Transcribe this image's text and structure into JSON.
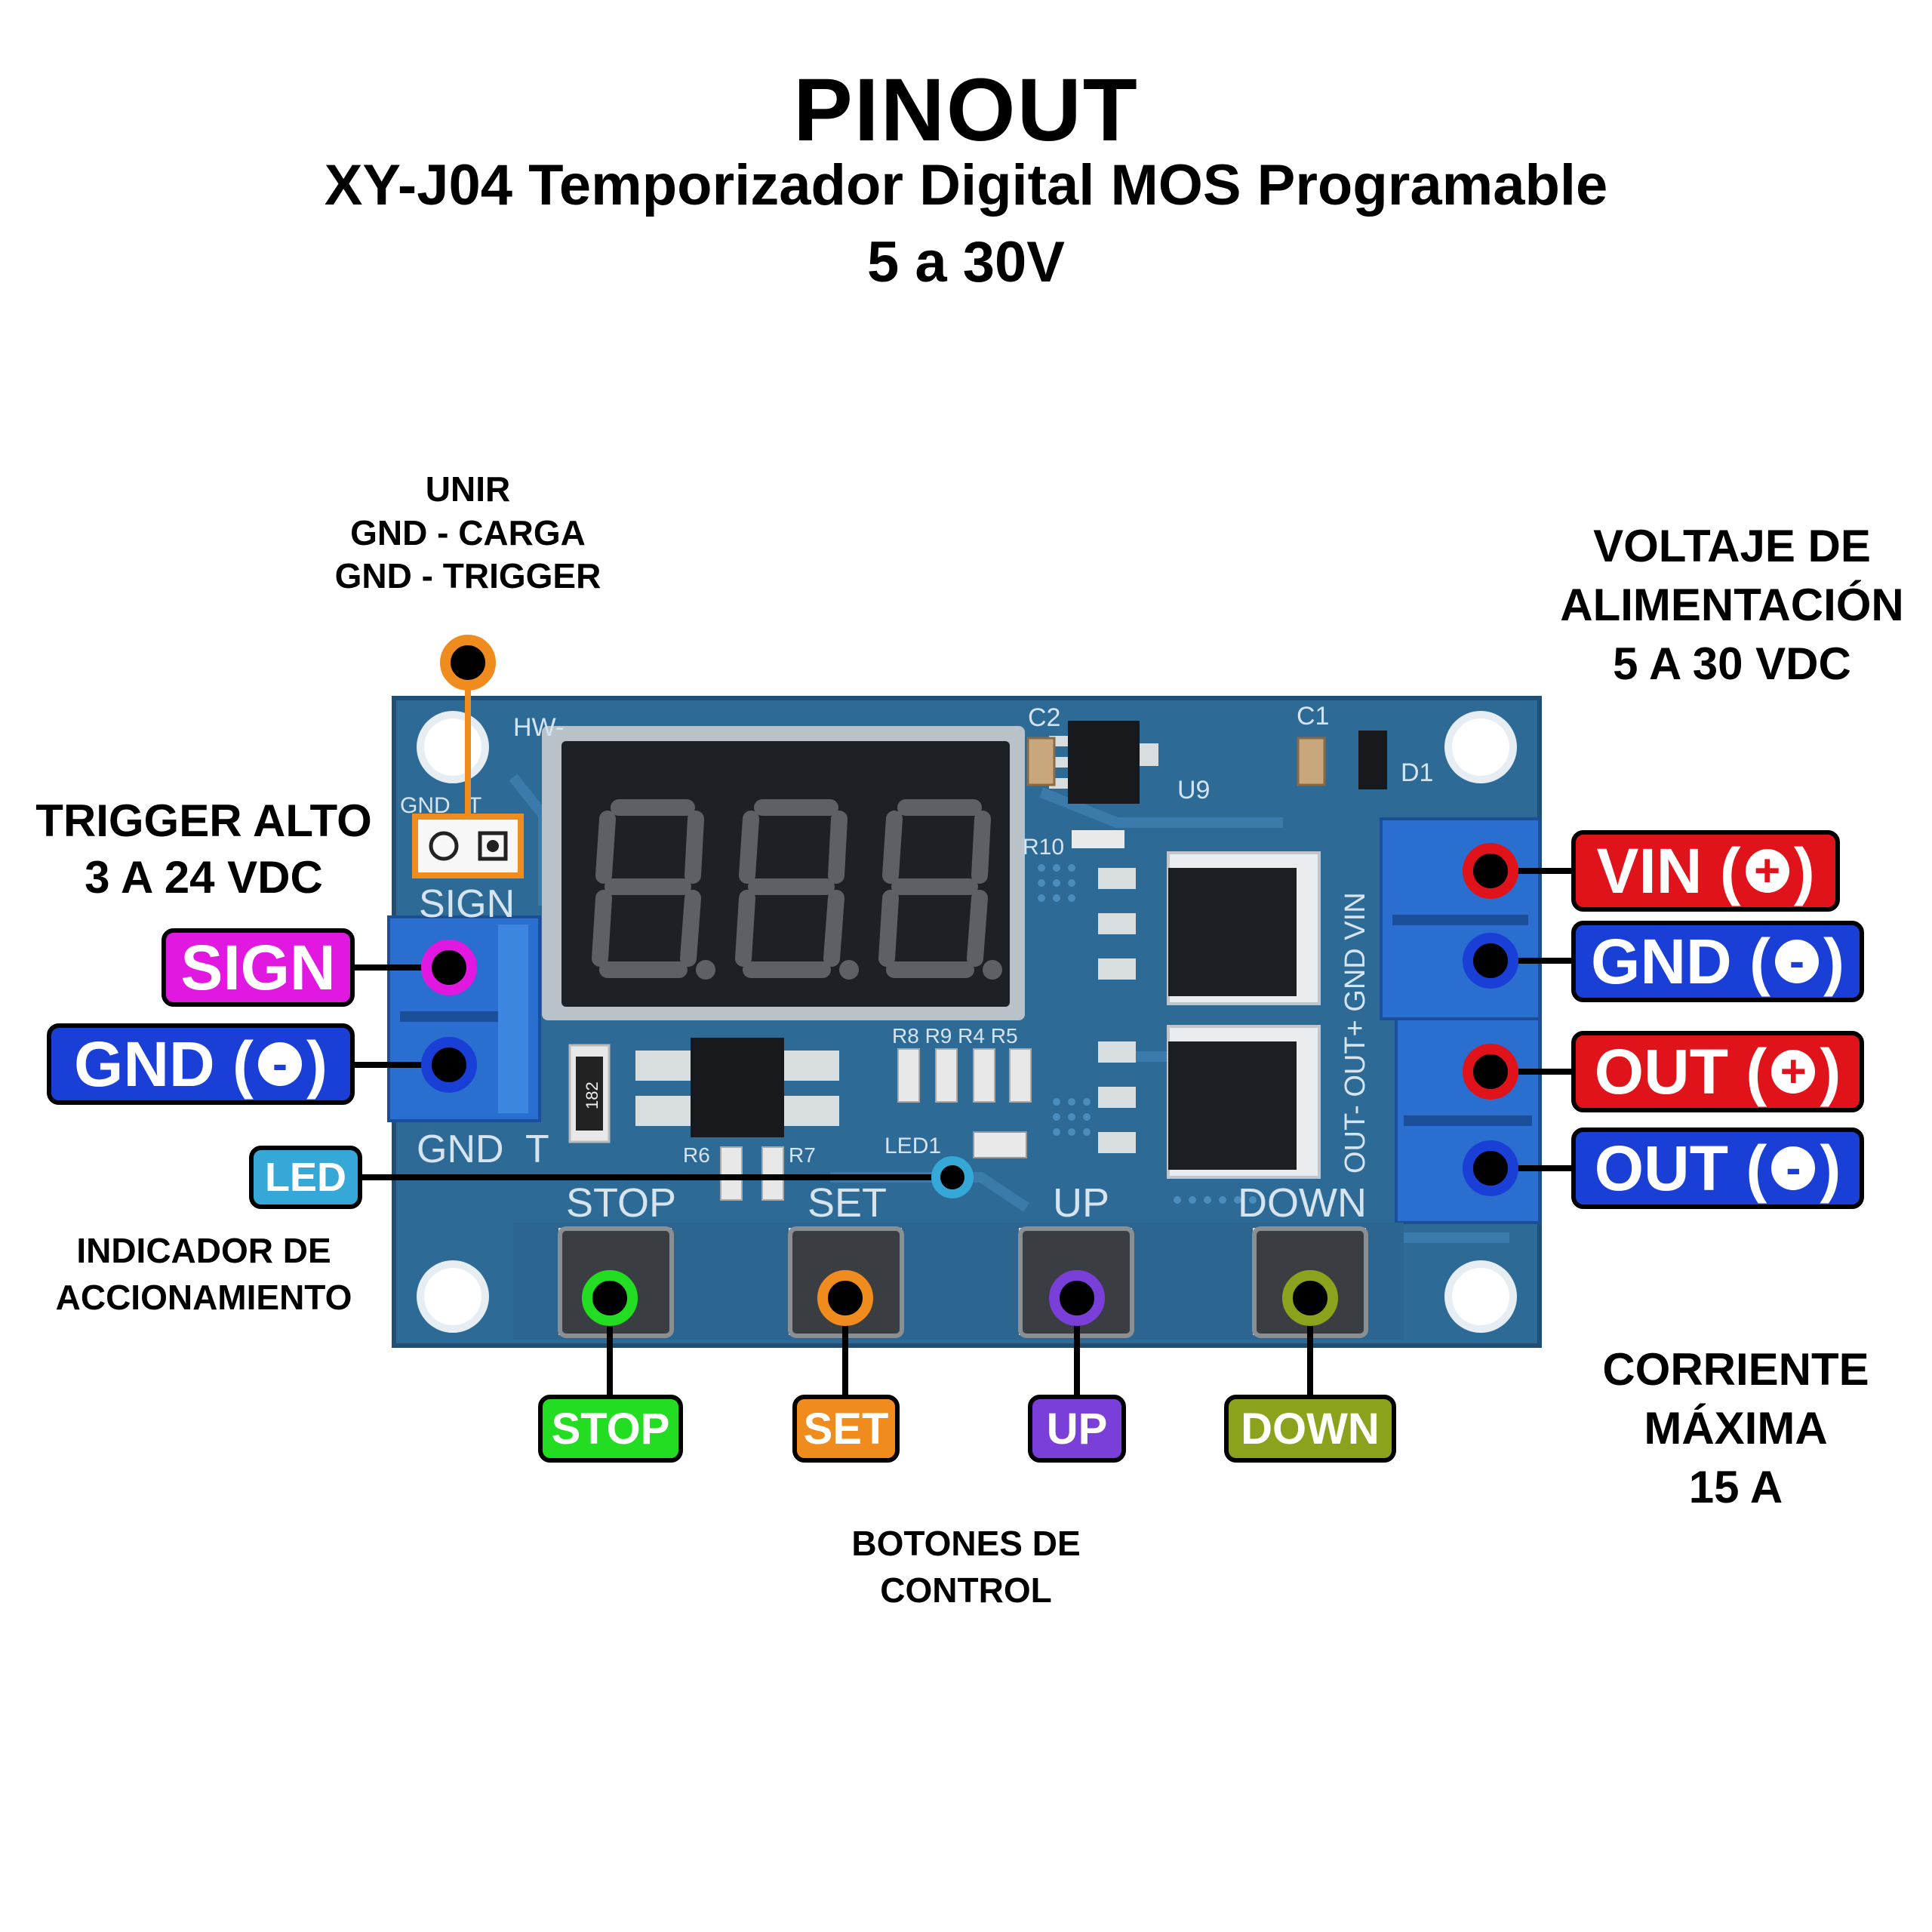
{
  "title": "PINOUT",
  "subtitle": "XY-J04 Temporizador Digital MOS Programable",
  "subtitle2": "5 a 30V",
  "notes": {
    "unir": [
      "UNIR",
      "GND - CARGA",
      "GND - TRIGGER"
    ],
    "trigger": [
      "TRIGGER ALTO",
      "3 A 24 VDC"
    ],
    "voltaje": [
      "VOLTAJE DE",
      "ALIMENTACIÓN",
      "5 A 30 VDC"
    ],
    "led": [
      "INDICADOR DE",
      "ACCIONAMIENTO"
    ],
    "corriente": [
      "CORRIENTE",
      "MÁXIMA",
      "15 A"
    ],
    "botones": [
      "BOTONES DE",
      "CONTROL"
    ]
  },
  "labels": {
    "sign": "SIGN",
    "gnd_left": "GND",
    "led": "LED",
    "vin": "VIN",
    "gnd_right": "GND",
    "out_pos": "OUT",
    "out_neg": "OUT",
    "plus": "+",
    "minus": "-",
    "open_paren": "(",
    "close_paren": ")",
    "stop": "STOP",
    "set": "SET",
    "up": "UP",
    "down": "DOWN"
  },
  "pcb": {
    "silk_sign": "SIGN",
    "silk_gnd": "GND",
    "silk_t": "T",
    "silk_gnd_small": "GND",
    "silk_t_small": "T",
    "silk_stop": "STOP",
    "silk_set": "SET",
    "silk_up": "UP",
    "silk_down": "DOWN",
    "silk_c1": "C1",
    "silk_c2": "C2",
    "silk_d1": "D1",
    "silk_u9": "U9",
    "silk_r10": "R10",
    "silk_led1": "LED1",
    "silk_r6": "R6",
    "silk_r7": "R7",
    "silk_r8": "R8 R9 R4 R5",
    "silk_right_terminals": "OUT- OUT+ GND VIN",
    "silk_hw": "HW-",
    "resistor_code": "182"
  },
  "colors": {
    "sign": "#e018e0",
    "gnd": "#1a3fd6",
    "led": "#35a8d8",
    "vin": "#e0131a",
    "stop": "#22dd22",
    "set": "#f08c1e",
    "up": "#7a3fd8",
    "down": "#8aa21c",
    "unir": "#f08c1e",
    "pcb": "#2e6a96",
    "terminal": "#2a6fd0"
  }
}
